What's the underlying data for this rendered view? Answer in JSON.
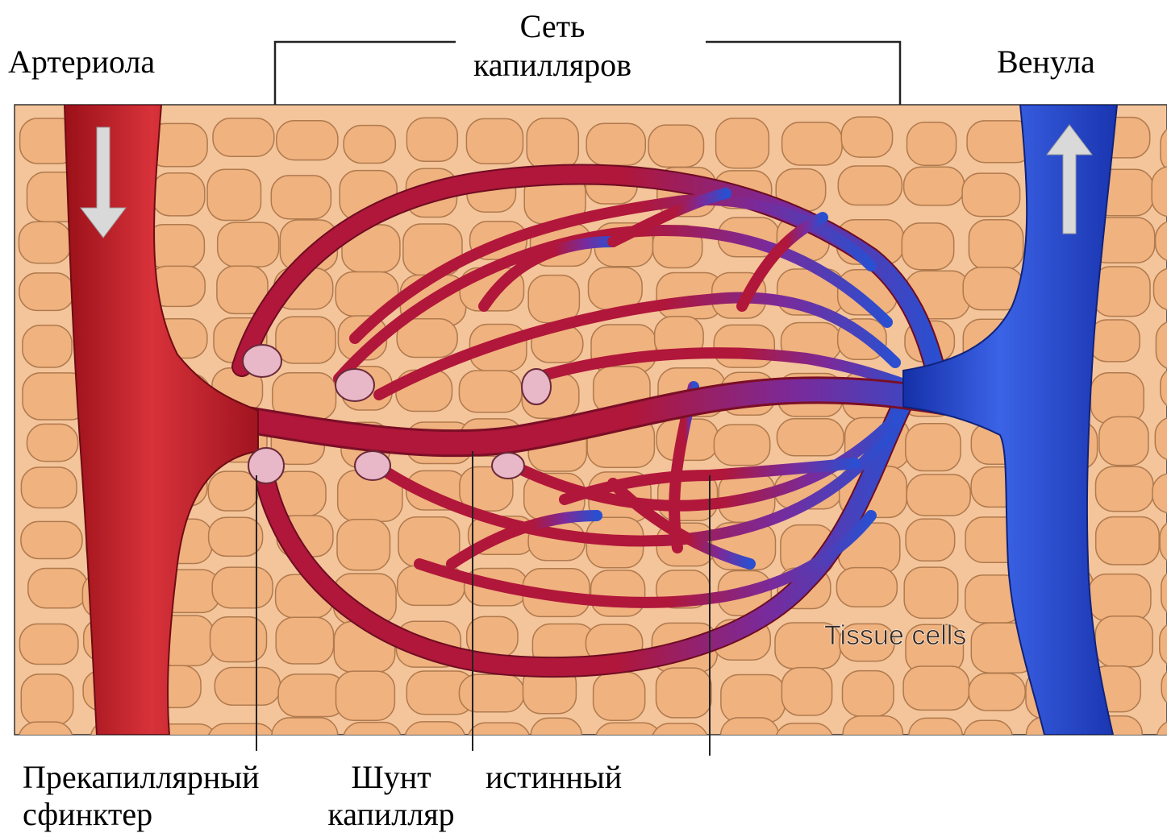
{
  "labels": {
    "arteriole": "Артериола",
    "network_line1": "Сеть",
    "network_line2": "капилляров",
    "venule": "Венула",
    "tissue_cells": "Tissue cells",
    "sphincter_line1": "Прекапиллярный",
    "sphincter_line2": "сфинктер",
    "shunt_line1": "Шунт",
    "shunt_line2": "капилляр",
    "true_capillary": "истинный"
  },
  "colors": {
    "tissue_bg": "#f4c49a",
    "cell_fill": "#f0b27e",
    "cell_stroke": "#b07a4e",
    "arteriole": "#c41e2a",
    "capillary": "#b0173a",
    "venule": "#2a4fd0",
    "arrow": "#d9d9d9",
    "sphincter": "#e8b8c8"
  }
}
